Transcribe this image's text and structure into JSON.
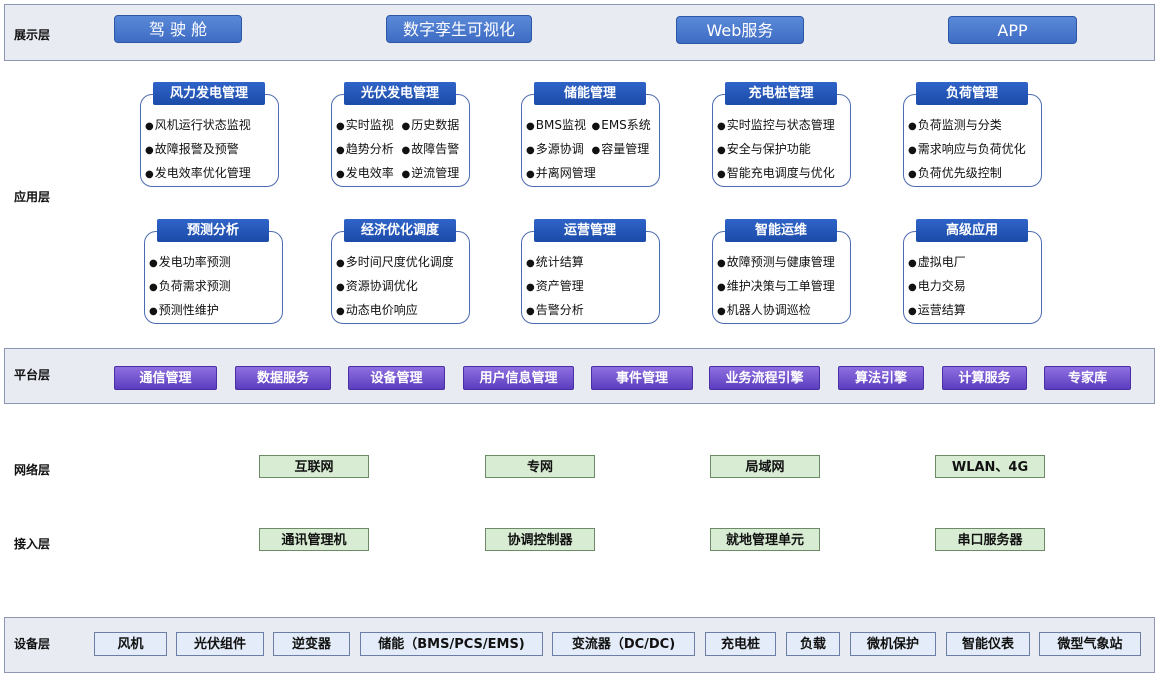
{
  "layers": {
    "display": "展示层",
    "application": "应用层",
    "platform": "平台层",
    "network": "网络层",
    "access": "接入层",
    "device": "设备层"
  },
  "display_items": [
    "驾 驶 舱",
    "数字孪生可视化",
    "Web服务",
    "APP"
  ],
  "app_modules": [
    {
      "title": "风力发电管理",
      "items": [
        "风机运行状态监视",
        "故障报警及预警",
        "发电效率优化管理"
      ]
    },
    {
      "title": "光伏发电管理",
      "items": [
        "实时监视",
        "历史数据",
        "趋势分析",
        "故障告警",
        "发电效率",
        "逆流管理"
      ]
    },
    {
      "title": "储能管理",
      "items": [
        "BMS监视",
        "EMS系统",
        "多源协调",
        "容量管理",
        "并离网管理"
      ]
    },
    {
      "title": "充电桩管理",
      "items": [
        "实时监控与状态管理",
        "安全与保护功能",
        "智能充电调度与优化"
      ]
    },
    {
      "title": "负荷管理",
      "items": [
        "负荷监测与分类",
        "需求响应与负荷优化",
        "负荷优先级控制"
      ]
    },
    {
      "title": "预测分析",
      "items": [
        "发电功率预测",
        "负荷需求预测",
        "预测性维护"
      ]
    },
    {
      "title": "经济优化调度",
      "items": [
        "多时间尺度优化调度",
        "资源协调优化",
        "动态电价响应"
      ]
    },
    {
      "title": "运营管理",
      "items": [
        "统计结算",
        "资产管理",
        "告警分析"
      ]
    },
    {
      "title": "智能运维",
      "items": [
        "故障预测与健康管理",
        "维护决策与工单管理",
        "机器人协调巡检"
      ]
    },
    {
      "title": "高级应用",
      "items": [
        "虚拟电厂",
        "电力交易",
        "运营结算"
      ]
    }
  ],
  "platform_items": [
    "通信管理",
    "数据服务",
    "设备管理",
    "用户信息管理",
    "事件管理",
    "业务流程引擎",
    "算法引擎",
    "计算服务",
    "专家库"
  ],
  "network_items": [
    "互联网",
    "专网",
    "局域网",
    "WLAN、4G"
  ],
  "access_items": [
    "通讯管理机",
    "协调控制器",
    "就地管理单元",
    "串口服务器"
  ],
  "device_items": [
    "风机",
    "光伏组件",
    "逆变器",
    "储能（BMS/PCS/EMS)",
    "变流器（DC/DC)",
    "充电桩",
    "负载",
    "微机保护",
    "智能仪表",
    "微型气象站"
  ]
}
